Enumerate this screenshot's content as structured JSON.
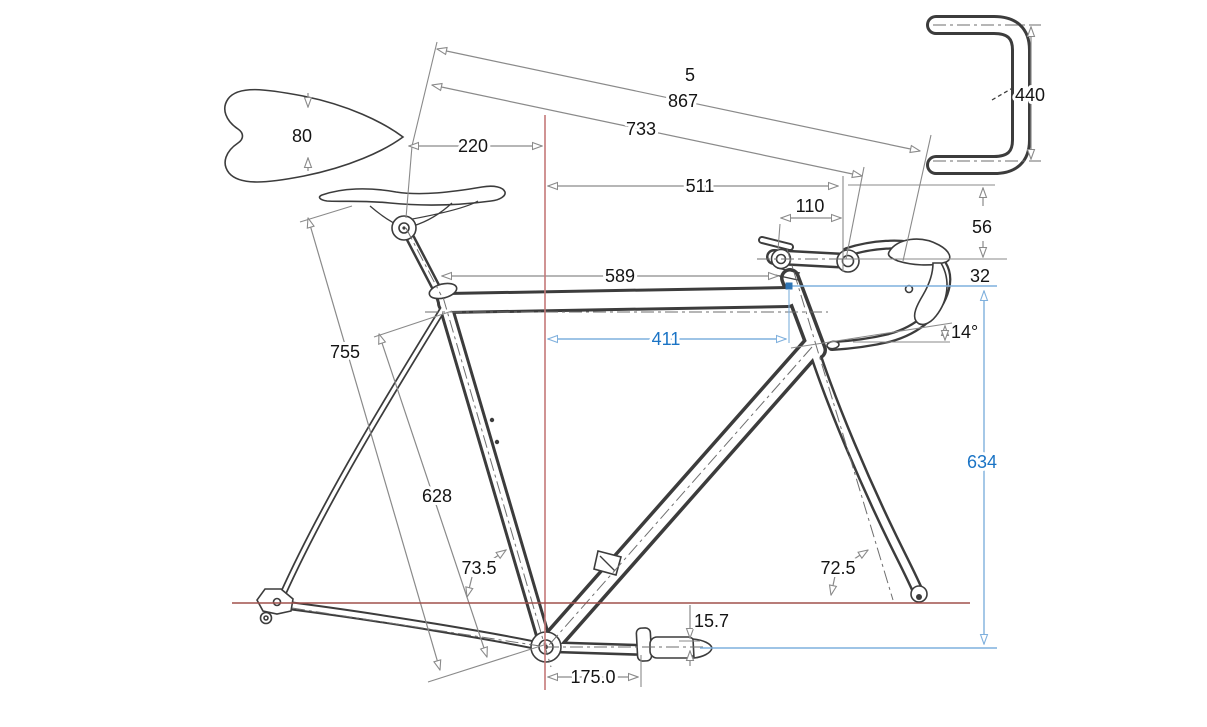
{
  "meta": {
    "description": "Bicycle frame and cockpit geometry dimension drawing (side view with saddle top view and handlebar top view insets)"
  },
  "colors": {
    "drawing_gray": "#3c3c3c",
    "dimension_gray": "#8a8a8a",
    "dimension_blue_line": "#7fb0dd",
    "dimension_blue_text": "#1b74c5",
    "stack_marker_blue": "#2e75b6",
    "reference_red_vertical": "#c47878",
    "reference_red_horizontal": "#a1504c"
  },
  "dimensions": {
    "frame_size": "5",
    "saddle_width": "80",
    "saddle_setback": "220",
    "saddle_to_hood": "867",
    "saddle_to_handlebar": "733",
    "handlebar_offset": "511",
    "stem_length": "110",
    "saddle_to_steerer": "589",
    "reach": "411",
    "saddle_height": "755",
    "seat_tube_length": "628",
    "seat_tube_angle": "73.5",
    "head_tube_angle": "72.5",
    "handlebar_width": "440",
    "bar_drop_upper": "56",
    "bar_drop_lower": "32",
    "drop_flare_angle": "14°",
    "bar_to_pedal_height": "634",
    "pedal_center_offset": "15.7",
    "crank_length": "175.0"
  }
}
